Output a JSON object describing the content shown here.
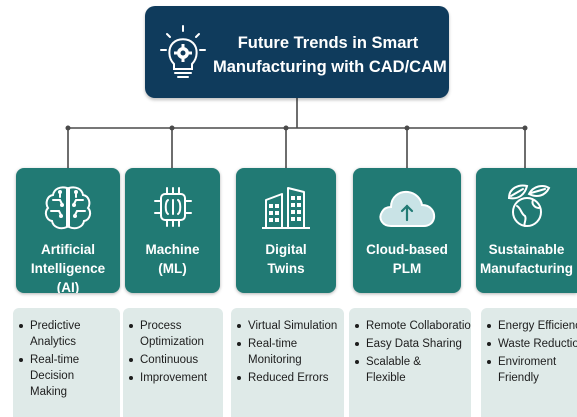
{
  "header": {
    "title_line1": "Future Trends in Smart",
    "title_line2": "Manufacturing with CAD/CAM",
    "icon": "lightbulb-gear-icon"
  },
  "colors": {
    "header_bg": "#0f3b5c",
    "card_bg": "#217a74",
    "list_bg": "#dfeae8",
    "connector": "#4a4a4a"
  },
  "cards": [
    {
      "icon": "brain-icon",
      "label_lines": [
        "Artificial",
        "Intelligence",
        "(AI)"
      ],
      "bullets": [
        [
          "Predictive",
          "Analytics"
        ],
        [
          "Real-time",
          "Decision",
          "Making"
        ]
      ]
    },
    {
      "icon": "chip-robot-icon",
      "label_lines": [
        "Machine",
        "(ML)"
      ],
      "bullets": [
        [
          "Process",
          "Optimization"
        ],
        [
          "Continuous"
        ],
        [
          "Improvement"
        ]
      ]
    },
    {
      "icon": "buildings-icon",
      "label_lines": [
        "Digital",
        "Twins"
      ],
      "bullets": [
        [
          "Virtual Simulation"
        ],
        [
          "Real-time",
          "Monitoring"
        ],
        [
          "Reduced Errors"
        ]
      ]
    },
    {
      "icon": "cloud-upload-icon",
      "label_lines": [
        "Cloud-based",
        "PLM"
      ],
      "bullets": [
        [
          "Remote Collaboration"
        ],
        [
          "Easy Data Sharing"
        ],
        [
          "Scalable &",
          "Flexible"
        ]
      ]
    },
    {
      "icon": "leaf-globe-icon",
      "label_lines": [
        "Sustainable",
        "Manufacturing"
      ],
      "bullets": [
        [
          "Energy Efficiency"
        ],
        [
          "Waste Reduction"
        ],
        [
          "Enviroment",
          "Friendly"
        ]
      ]
    }
  ]
}
